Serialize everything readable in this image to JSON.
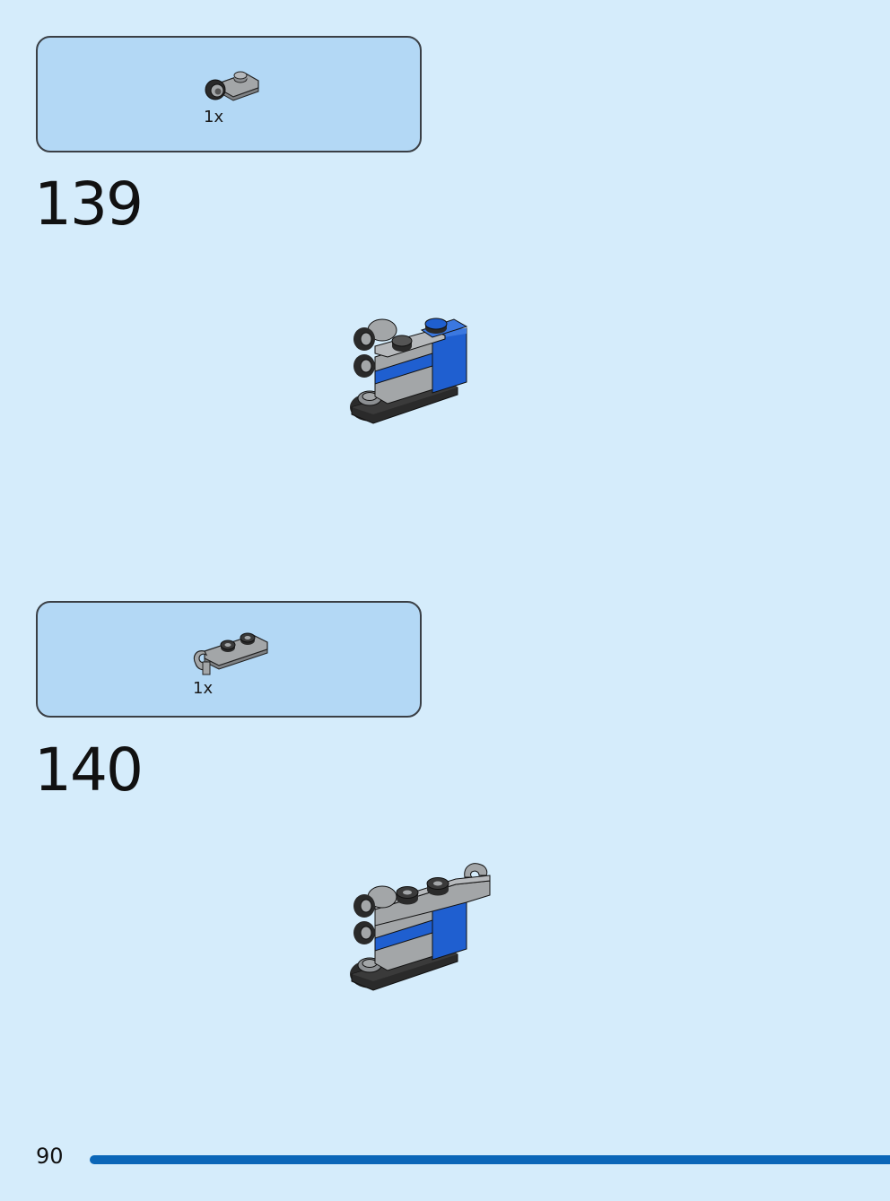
{
  "steps": [
    {
      "number": "139",
      "parts": [
        {
          "quantity": "1x",
          "icon": "plate-with-wheel-holder-icon"
        }
      ],
      "model_icon": "assembled-model-step-139-icon"
    },
    {
      "number": "140",
      "parts": [
        {
          "quantity": "1x",
          "icon": "plate-with-clip-icon"
        }
      ],
      "model_icon": "assembled-model-step-140-icon"
    }
  ],
  "footer": {
    "page_number": "90"
  },
  "colors": {
    "background": "#d5ecfb",
    "parts_box": "#b3d8f5",
    "brick_blue": "#1f5fd0",
    "brick_gray": "#a3a6a8",
    "brick_black": "#2a2a2a",
    "page_bar": "#0b66b8"
  }
}
